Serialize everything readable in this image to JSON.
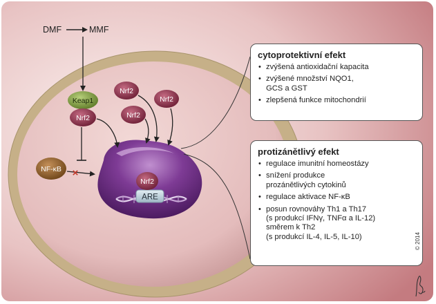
{
  "colors": {
    "background_gradient": [
      "#f7eae8",
      "#c9868a"
    ],
    "cell_membrane": "#c8b48a",
    "cytoplasm": "#e9c7c7",
    "nucleus": "#6e2d83",
    "nrf2_protein": "#8b2f48",
    "keap1_protein": "#7d9a3c",
    "nfkb_protein": "#8a5a28",
    "are_box": "#b6c9d4"
  },
  "diagram": {
    "dmf_label": "DMF",
    "mmf_label": "MMF",
    "keap1_label": "Keap1",
    "nrf2_bound_label": "Nrf2",
    "nrf2_free_labels": [
      "Nrf2",
      "Nrf2",
      "Nrf2"
    ],
    "nfkb_label": "NF-κB",
    "nucleus_nrf2_label": "Nrf2",
    "are_label": "ARE",
    "inhibition_mark": "×"
  },
  "cytoprotective": {
    "title": "cytoprotektivní efekt",
    "items": [
      "zvýšená antioxidační kapacita",
      "zvýšené množství NQO1,\nGCS a GST",
      "zlepšená funkce mitochondrií"
    ]
  },
  "antiinflammatory": {
    "title": "protizánětlivý efekt",
    "items": [
      "regulace imunitní homeostázy",
      "snížení produkce\nprozánětlivých cytokinů",
      "regulace aktivace NF-κB",
      "posun rovnováhy Th1 a Th17\n(s produkcí IFNγ, TNFα a IL-12)\nsměrem k Th2\n(s produkcí IL-4, IL-5, IL-10)"
    ]
  },
  "credit": "© 2014"
}
